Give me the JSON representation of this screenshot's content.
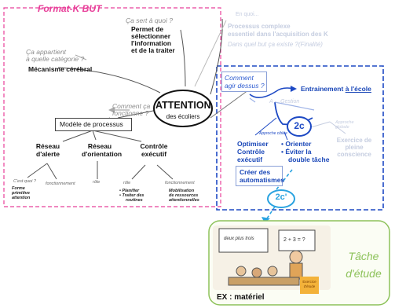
{
  "title": "Format-K BUT",
  "center": {
    "main": "ATTENTION",
    "sub": "des écoliers"
  },
  "q_what_for": "Ça sert à quoi ?",
  "a_what_for": [
    "Permet de",
    "sélectionner",
    "l'information",
    "et de la traiter"
  ],
  "q_category": [
    "Ça appartient",
    "à quelle catégorie ?"
  ],
  "a_category": "Mécanisme cérébral",
  "q_how": [
    "Comment ça",
    "fonctionne ?"
  ],
  "process_model": "Modèle de processus",
  "networks": {
    "alert": [
      "Réseau",
      "d'alerte"
    ],
    "orient": [
      "Réseau",
      "d'orientation"
    ],
    "control": [
      "Contrôle",
      "exécutif"
    ]
  },
  "alert_sub": {
    "role": "C'est quoi ?",
    "role_val": [
      "Forme",
      "primitive",
      "attention"
    ],
    "func": "fonctionnement"
  },
  "orient_sub": {
    "role": "rôle"
  },
  "control_sub": {
    "role": "rôle",
    "role_items": [
      "Planifier",
      "Traiter des",
      "routines"
    ],
    "func": "fonctionnement",
    "func_val": [
      "Mobilisation",
      "de ressources",
      "attentionnelles"
    ]
  },
  "top_faint": {
    "line1": "En quoi...",
    "line2": "Processus complexe",
    "line3": "essentiel dans l'acquisition des K",
    "line4": "Dans quel but ça existe ?(Finalité)"
  },
  "q_act": [
    "Comment",
    "agir dessus ?"
  ],
  "training": {
    "prefix": "Entrainement ",
    "underlined": "à l'école"
  },
  "faint_a": "A ... Gestion",
  "badge_2c": "2c",
  "badge_2c_prime": "2c'",
  "approach_label": "Approche ciblée",
  "optimize": [
    "Optimiser",
    "Contrôle",
    "exécutif"
  ],
  "bullets": [
    "Orienter",
    "Éviter la",
    "double tâche"
  ],
  "automatisms": [
    "Créer des",
    "automatismes"
  ],
  "faint_right": {
    "small": [
      "Exercice de",
      "pleine",
      "conscience"
    ],
    "label": "Exercice de pleine conscience"
  },
  "faint_right_small": [
    "Approche",
    "globale"
  ],
  "task": {
    "label": [
      "Tâche",
      "d'étude"
    ],
    "material": "EX : matériel"
  },
  "board": {
    "text": "deux plus trois",
    "calc": "2 + 3 = ?"
  },
  "sticky": [
    "Exercice",
    "d'étude"
  ]
}
